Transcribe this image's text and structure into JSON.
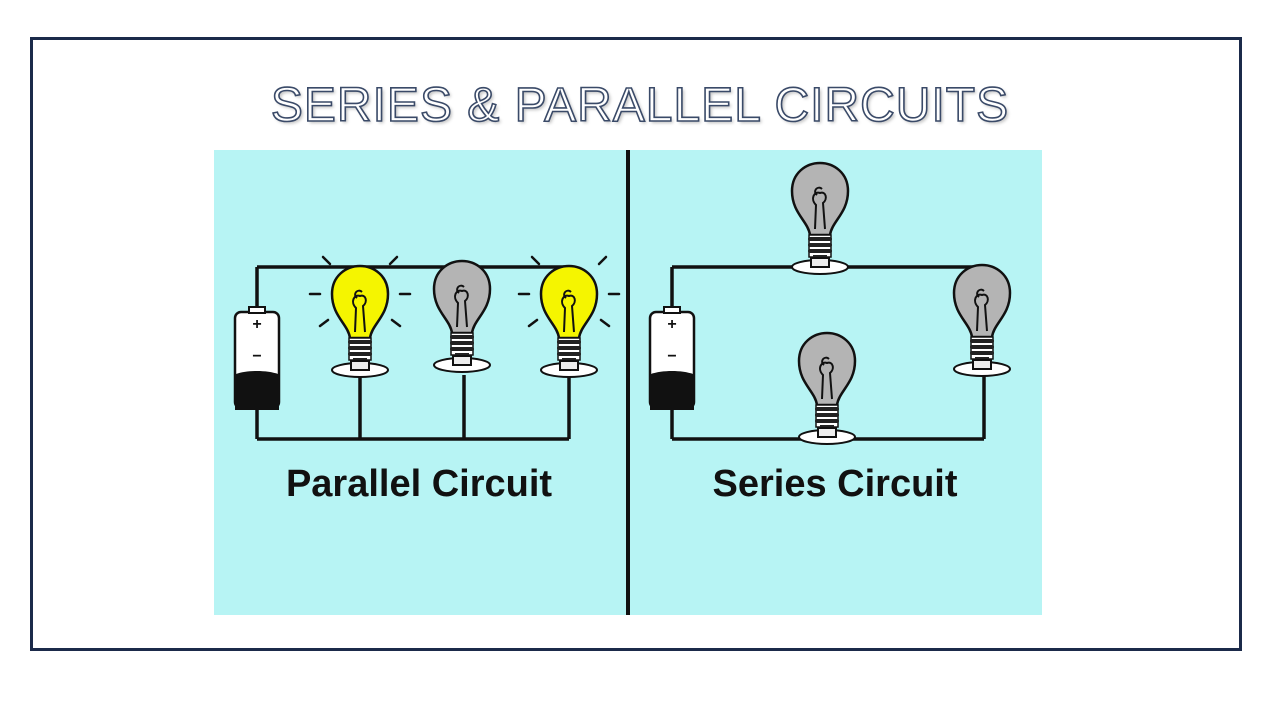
{
  "slide": {
    "title": "SERIES & PARALLEL CIRCUITS"
  },
  "panels": {
    "parallel": {
      "label": "Parallel Circuit"
    },
    "series": {
      "label": "Series Circuit"
    }
  },
  "battery": {
    "plus": "+",
    "minus": "−"
  },
  "colors": {
    "background": "#b7f4f4",
    "frame": "#1b2a4a",
    "bulb_lit": "#f5f500",
    "bulb_off": "#b4b4b4",
    "wire": "#111111"
  },
  "icons": [
    "battery-icon",
    "light-bulb-lit-icon",
    "light-bulb-off-icon"
  ]
}
